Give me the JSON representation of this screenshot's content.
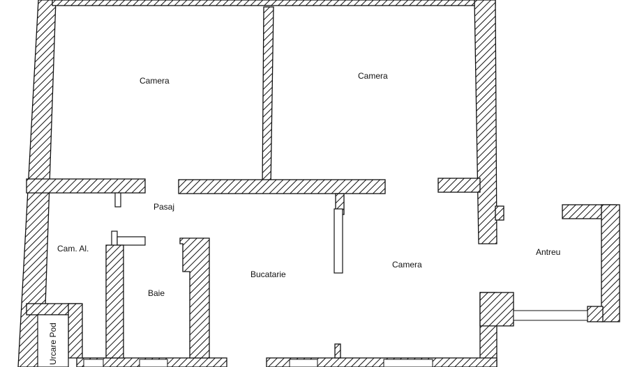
{
  "rooms": {
    "camera_top_left": "Camera",
    "camera_top_right": "Camera",
    "pasaj": "Pasaj",
    "cam_al": "Cam. Al.",
    "baie": "Baie",
    "bucatarie": "Bucatarie",
    "camera_right": "Camera",
    "antreu": "Antreu",
    "urcare_pod": "Urcare Pod"
  },
  "colors": {
    "line": "#111111",
    "background": "#ffffff"
  }
}
